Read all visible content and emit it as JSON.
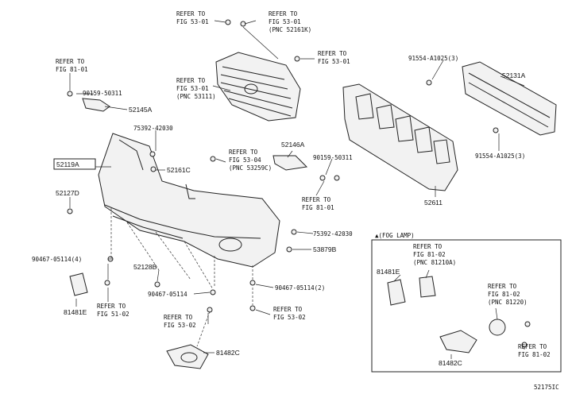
{
  "refs": {
    "r1": [
      "REFER TO",
      "FIG 53-01"
    ],
    "r2": [
      "REFER TO",
      "FIG 53-01",
      "(PNC 52161K)"
    ],
    "r3": [
      "REFER TO",
      "FIG 53-01"
    ],
    "r4": [
      "REFER TO",
      "FIG 53-01",
      "(PNC 53111)"
    ],
    "r5": [
      "REFER TO",
      "FIG 81-01"
    ],
    "r6": [
      "REFER TO",
      "FIG 53-04",
      "(PNC 53259C)"
    ],
    "r7": [
      "REFER TO",
      "FIG 81-01"
    ],
    "r8": [
      "REFER TO",
      "FIG 51-02"
    ],
    "r9": [
      "REFER TO",
      "FIG 53-02"
    ],
    "r10": [
      "REFER TO",
      "FIG 53-02"
    ],
    "r11": [
      "REFER TO",
      "FIG 81-02",
      "(PNC 81210A)"
    ],
    "r12": [
      "REFER TO",
      "FIG 81-02",
      "(PNC 81220)"
    ],
    "r13": [
      "REFER TO",
      "FIG 81-02"
    ]
  },
  "parts": {
    "p52119A": "52119A",
    "p90159_50311a": "90159-50311",
    "p52145A": "52145A",
    "p75392_42030a": "75392-42030",
    "p52161C": "52161C",
    "p52127D": "52127D",
    "p90467_a": "90467-05114(4)",
    "p52128B": "52128B",
    "p90467_b": "90467-05114",
    "p81481E_a": "81481E",
    "p52146A": "52146A",
    "p90159_50311b": "90159-50311",
    "p75392_42030b": "75392-42030",
    "p53879B": "53879B",
    "p90467_c": "90467-05114(2)",
    "p81482C_a": "81482C",
    "p91554_a": "91554-A1025(3)",
    "p52131A": "52131A",
    "p91554_b": "91554-A1025(3)",
    "p52611": "52611",
    "p81481E_b": "81481E",
    "p81482C_b": "81482C"
  },
  "inset": {
    "title": "▲(FOG LAMP)"
  },
  "figure_code": "52175IC"
}
